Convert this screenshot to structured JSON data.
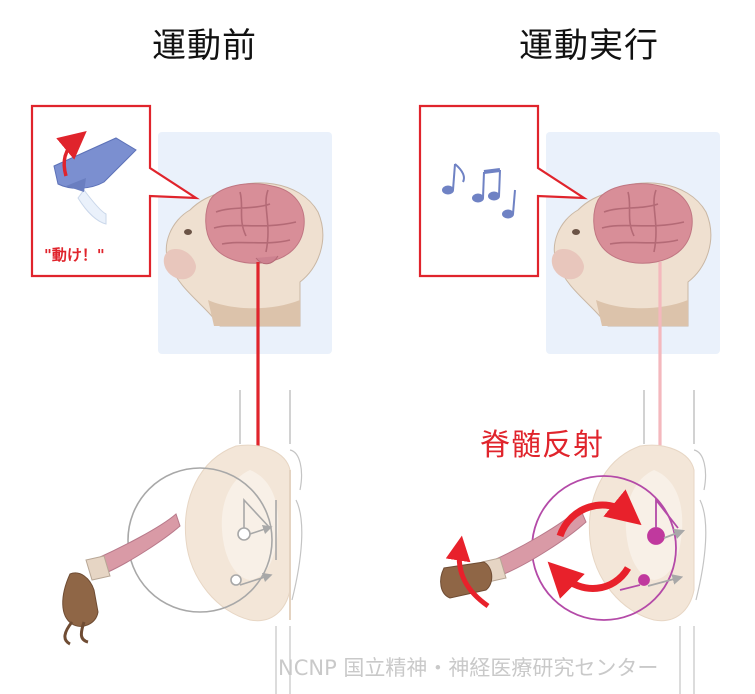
{
  "panels": {
    "before": {
      "title": "運動前",
      "bubble_text": "\"動け！\""
    },
    "during": {
      "title": "運動実行"
    }
  },
  "reflex_label": "脊髄反射",
  "footer": "NCNP 国立精神・神経医療研究センター",
  "icons": [
    "arm-raise-icon",
    "music-notes-icon"
  ],
  "colors": {
    "accent_red": "#e0242c",
    "pathway_pink": "#f4b8bd",
    "reflex_purple": "#b44aa8",
    "panel_bg": "#eaf1fb"
  }
}
